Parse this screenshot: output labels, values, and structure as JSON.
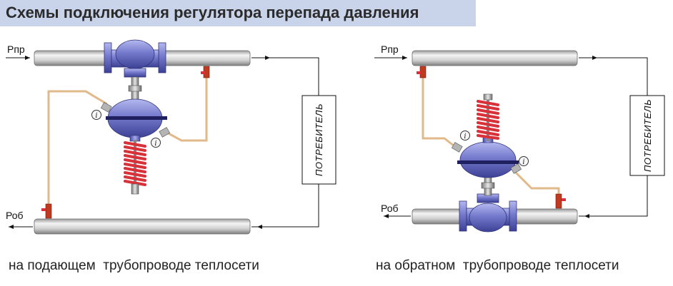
{
  "title": "Схемы подключения регулятора перепада давления",
  "left": {
    "supply_label": "Рпр",
    "return_label": "Роб",
    "consumer_label": "ПОТРЕБИТЕЛЬ",
    "caption_part1": "на подающем",
    "caption_part2": "трубопроводе теплосети"
  },
  "right": {
    "supply_label": "Рпр",
    "return_label": "Роб",
    "consumer_label": "ПОТРЕБИТЕЛЬ",
    "caption_part1": "на обратном",
    "caption_part2": "трубопроводе теплосети"
  },
  "gauge_symbol": "i",
  "colors": {
    "title_bg": "#c9d4ea",
    "valve_blue": "#6f74c8",
    "spring_red": "#d9313a",
    "impulse_tube": "#e2b98a",
    "pipe_gray": "#c9c9c9"
  }
}
